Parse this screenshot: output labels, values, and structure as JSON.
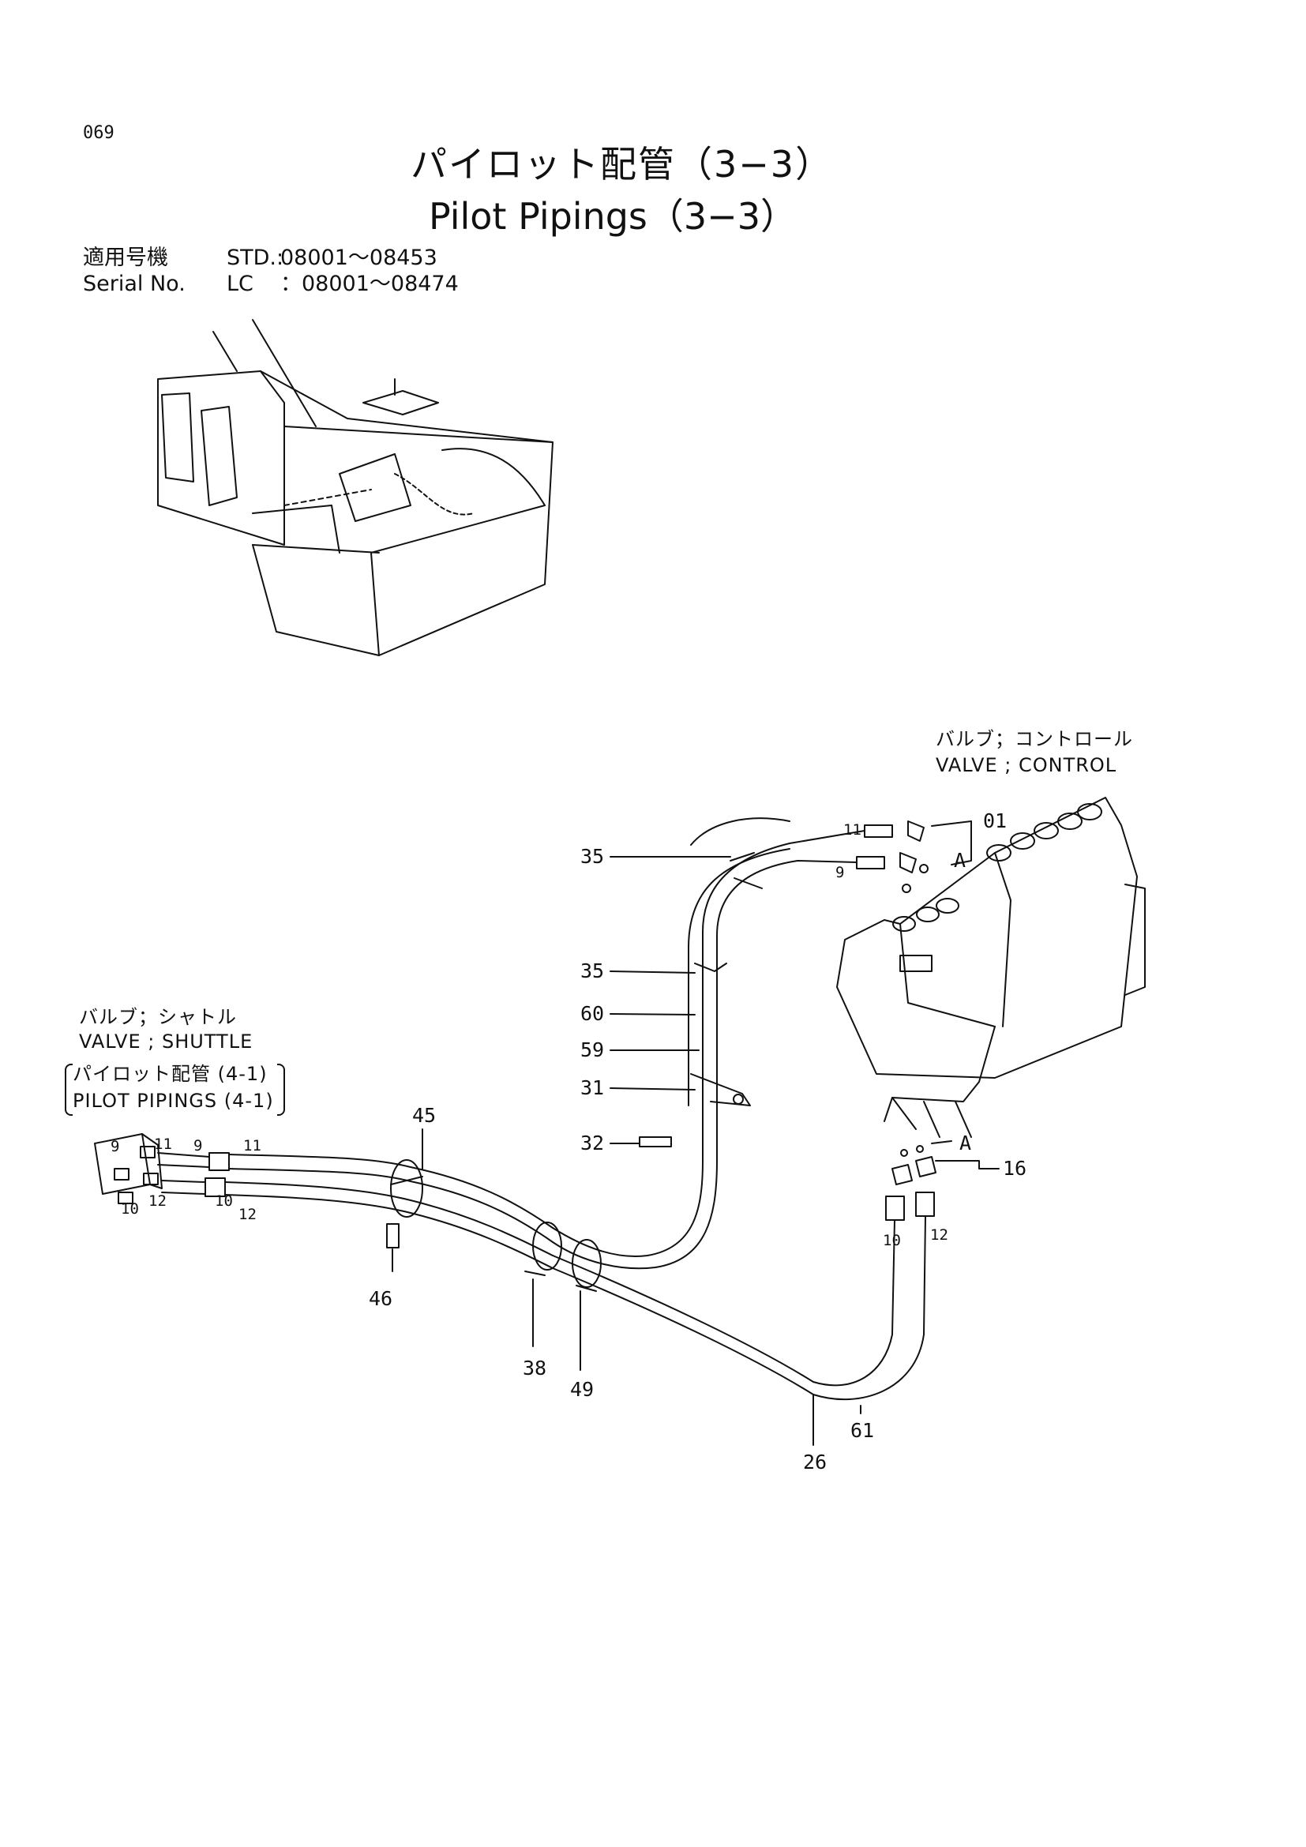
{
  "page_number": "069",
  "title_jp": "パイロット配管（3−3）",
  "title_en": "Pilot Pipings（3−3）",
  "serial": {
    "label_jp": "適用号機",
    "label_en": "Serial No.",
    "rows": [
      {
        "model": "STD.:",
        "range": "08001〜08453"
      },
      {
        "model": "LC",
        "range": "：08001〜08474"
      }
    ]
  },
  "valve_control": {
    "jp": "バルブ；コントロール",
    "en": "VALVE ; CONTROL"
  },
  "valve_shuttle": {
    "jp": "バルブ；シャトル",
    "en": "VALVE ; SHUTTLE"
  },
  "reference": {
    "jp": "パイロット配管 (4-1)",
    "en": "PILOT  PIPINGS (4-1)"
  },
  "callouts": {
    "p01": "01",
    "pA_top": "A",
    "pA_bot": "A",
    "p11_top": "11",
    "p9_top": "9",
    "p35a": "35",
    "p35b": "35",
    "p60": "60",
    "p59": "59",
    "p31": "31",
    "p32": "32",
    "p16": "16",
    "p10_right": "10",
    "p12_right": "12",
    "p45": "45",
    "p46": "46",
    "p38": "38",
    "p49": "49",
    "p26": "26",
    "p61": "61",
    "s9a": "9",
    "s11a": "11",
    "s9b": "9",
    "s11b": "11",
    "s10a": "10",
    "s12a": "12",
    "s10b": "10",
    "s12b": "12"
  },
  "colors": {
    "ink": "#111111",
    "paper": "#ffffff"
  }
}
